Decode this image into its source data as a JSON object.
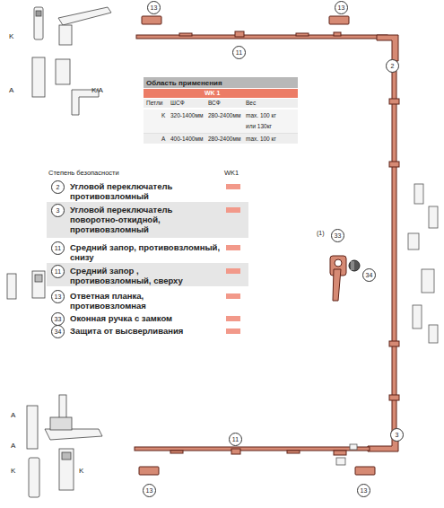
{
  "diagram": {
    "labels": [
      "K",
      "A",
      "K/A",
      "13",
      "13",
      "11",
      "2",
      "Область применения",
      "WK 1",
      "Петли",
      "ШСФ",
      "ВСФ",
      "Вес",
      "K",
      "320-1400мм",
      "280-2400мм",
      "max. 100 кг",
      "или 130кг",
      "A",
      "400-1400мм",
      "280-2400мм",
      "max. 100 кг",
      "Степень безопасности",
      "WK1",
      "2",
      "3",
      "11",
      "11",
      "13",
      "33",
      "34",
      "33",
      "(1)",
      "34",
      "A",
      "A",
      "K",
      "K",
      "11",
      "3",
      "13",
      "13"
    ],
    "legend": [
      {
        "text": "Угловой переключатель противовзломный",
        "color": "#f2998a"
      },
      {
        "text": "Угловой переключатель поворотно-откидной, противовзломный",
        "color": "#f2998a"
      },
      {
        "text": "Средний запор, противовзломный, снизу",
        "color": "#f2998a"
      },
      {
        "text": "Средний запор , противовзломный, сверху",
        "color": "#f2998a"
      },
      {
        "text": "Ответная планка, противовзломная",
        "color": "#f2998a"
      },
      {
        "text": "Оконная ручка с замком",
        "color": "#f2998a"
      },
      {
        "text": "Защита от высверливания",
        "color": "#f2998a"
      }
    ]
  }
}
